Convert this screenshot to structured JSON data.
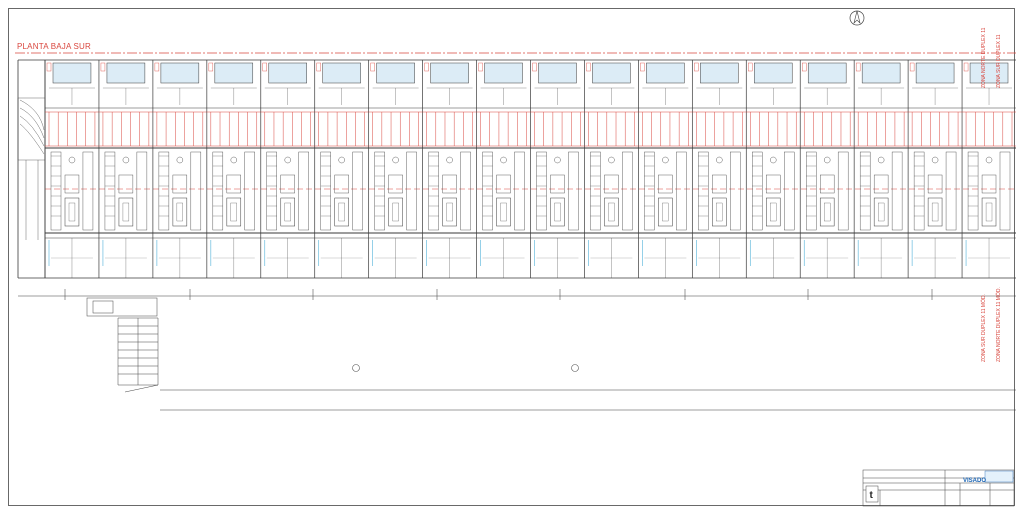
{
  "drawing": {
    "title": "PLANTA BAJA SUR",
    "stamp": "VISADO",
    "vertical_labels": [
      "ZONA NORTE DUPLEX 11",
      "ZONA SUR DUPLEX 11",
      "ZONA SUR DUPLEX 11 MÓD.",
      "ZONA NORTE DUPLEX 11 MÓD."
    ]
  },
  "colors": {
    "line": "#3a3a3a",
    "accent_red": "#d9473f",
    "pool_fill": "#dcecf6",
    "water_line": "#4fb0d8",
    "stamp_blue": "#1a64b4"
  },
  "icons": [
    "north-arrow-icon",
    "logo-icon"
  ]
}
